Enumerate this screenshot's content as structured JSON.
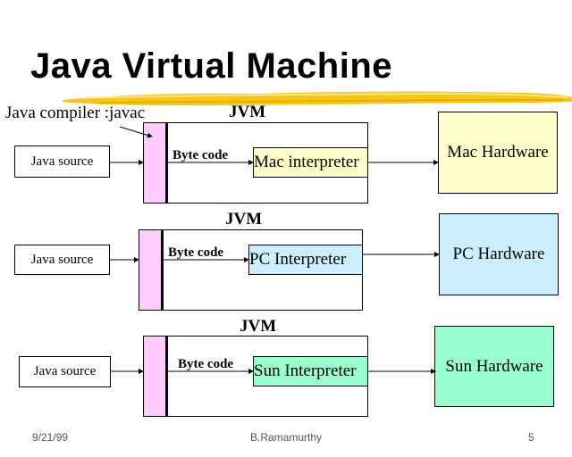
{
  "slide": {
    "title": "Java Virtual Machine",
    "compiler_label": "Java compiler :javac",
    "colors": {
      "accent_brush": "#f5c518",
      "compiler": "#ffccff",
      "mac": "#ffffcc",
      "pc": "#cceeff",
      "sun": "#99ffcc"
    },
    "rows": [
      {
        "jvm_label": "JVM",
        "source_label": "Java source",
        "bytecode_label": "Byte code",
        "interpreter_label": "Mac interpreter",
        "hardware_label": "Mac Hardware"
      },
      {
        "jvm_label": "JVM",
        "source_label": "Java source",
        "bytecode_label": "Byte code",
        "interpreter_label": "PC Interpreter",
        "hardware_label": "PC Hardware"
      },
      {
        "jvm_label": "JVM",
        "source_label": "Java source",
        "bytecode_label": "Byte code",
        "interpreter_label": "Sun Interpreter",
        "hardware_label": "Sun Hardware"
      }
    ],
    "footer": {
      "date": "9/21/99",
      "author": "B.Ramamurthy",
      "page": "5"
    }
  }
}
